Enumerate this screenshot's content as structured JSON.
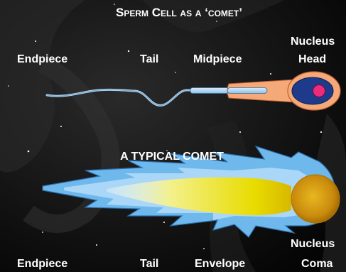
{
  "titles": {
    "sperm": "Sperm Cell as a ‘comet’",
    "comet": "A typical comet"
  },
  "sperm_labels": {
    "endpiece": "Endpiece",
    "tail": "Tail",
    "midpiece": "Midpiece",
    "nucleus": "Nucleus",
    "head": "Head"
  },
  "comet_labels": {
    "endpiece": "Endpiece",
    "tail": "Tail",
    "envelope": "Envelope",
    "nucleus": "Nucleus",
    "coma": "Coma"
  },
  "colors": {
    "background": "#0a0a0a",
    "sperm_tail": "#a8d0f0",
    "sperm_midpiece_orange": "#f5a878",
    "head_blue": "#1e3a8a",
    "nucleus_pink": "#ec2c7a",
    "comet_blue": "#6fb8ec",
    "comet_yellow": "#e8e000",
    "coma_orange": "#d89a10"
  }
}
